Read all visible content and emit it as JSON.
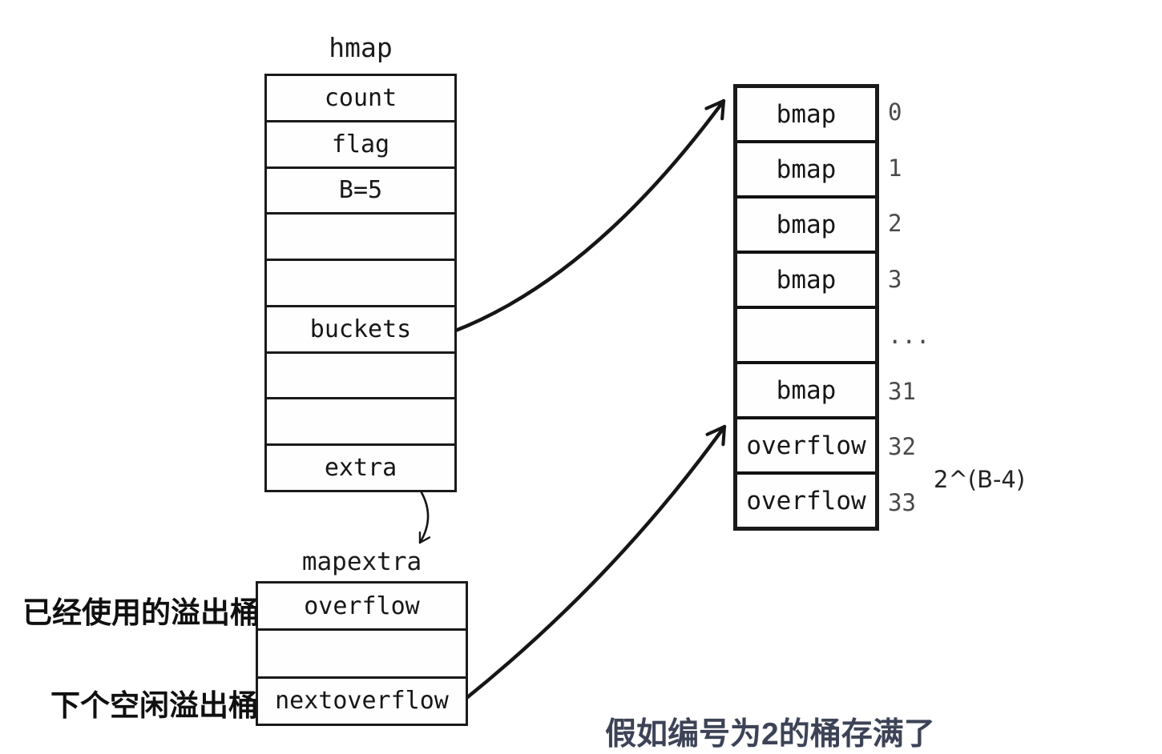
{
  "diagram": {
    "hmap": {
      "title": "hmap",
      "rows": [
        {
          "label": "count"
        },
        {
          "label": "flag"
        },
        {
          "label": "B=5"
        },
        {
          "label": ""
        },
        {
          "label": ""
        },
        {
          "label": "buckets"
        },
        {
          "label": ""
        },
        {
          "label": ""
        },
        {
          "label": "extra"
        }
      ]
    },
    "bucket_array": {
      "rows": [
        {
          "label": "bmap",
          "index": "0"
        },
        {
          "label": "bmap",
          "index": "1"
        },
        {
          "label": "bmap",
          "index": "2"
        },
        {
          "label": "bmap",
          "index": "3"
        },
        {
          "label": "",
          "index": "..."
        },
        {
          "label": "bmap",
          "index": "31"
        },
        {
          "label": "overflow",
          "index": "32"
        },
        {
          "label": "overflow",
          "index": "33"
        }
      ],
      "size_annotation": "2^(B-4)"
    },
    "mapextra": {
      "title": "mapextra",
      "rows": [
        {
          "label": "overflow"
        },
        {
          "label": ""
        },
        {
          "label": "nextoverflow"
        }
      ],
      "used_overflow_annotation": "已经使用的溢出桶",
      "next_free_annotation": "下个空闲溢出桶"
    },
    "subtitle": "假如编号为2的桶存满了",
    "colors": {
      "background": "#ffffff",
      "line": "#1a1a1a",
      "index_text": "#4a4a4a",
      "subtitle_text": "#3d4357",
      "subtitle_outline": "#ffffff"
    }
  }
}
